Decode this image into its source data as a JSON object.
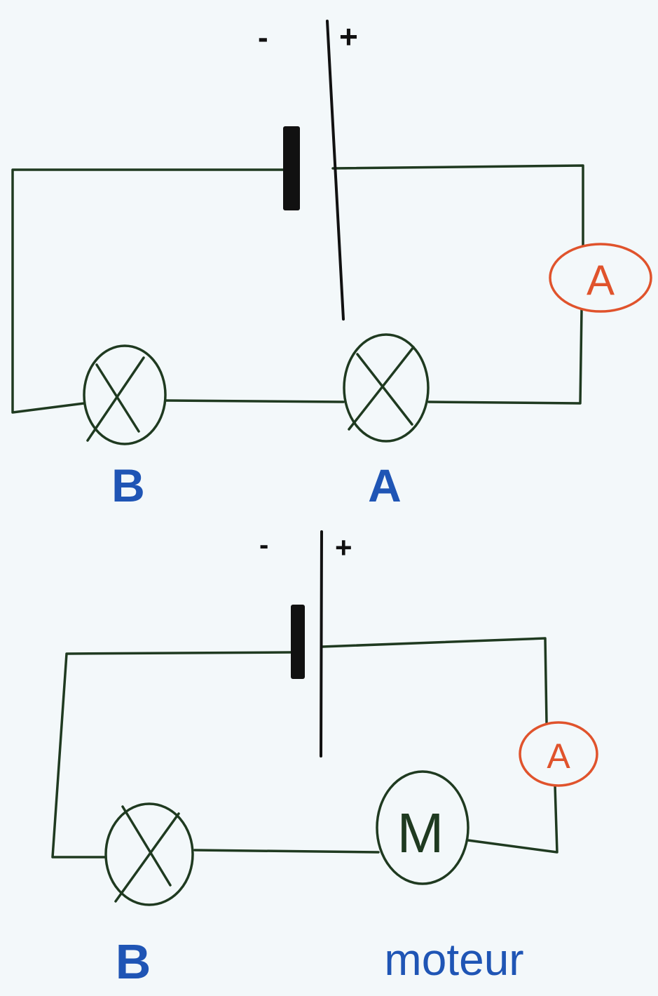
{
  "circuits": [
    {
      "battery": {
        "minus": "-",
        "plus": "+"
      },
      "ammeter": "A",
      "components": [
        {
          "type": "lamp",
          "label": "B"
        },
        {
          "type": "lamp",
          "label": "A"
        }
      ]
    },
    {
      "battery": {
        "minus": "-",
        "plus": "+"
      },
      "ammeter": "A",
      "components": [
        {
          "type": "lamp",
          "label": "B"
        },
        {
          "type": "motor",
          "symbol": "M",
          "label": "moteur"
        }
      ]
    }
  ],
  "colors": {
    "wire": "#1f3a20",
    "label": "#1f55b5",
    "ammeter": "#e0532c",
    "background": "#f3f8fa"
  }
}
